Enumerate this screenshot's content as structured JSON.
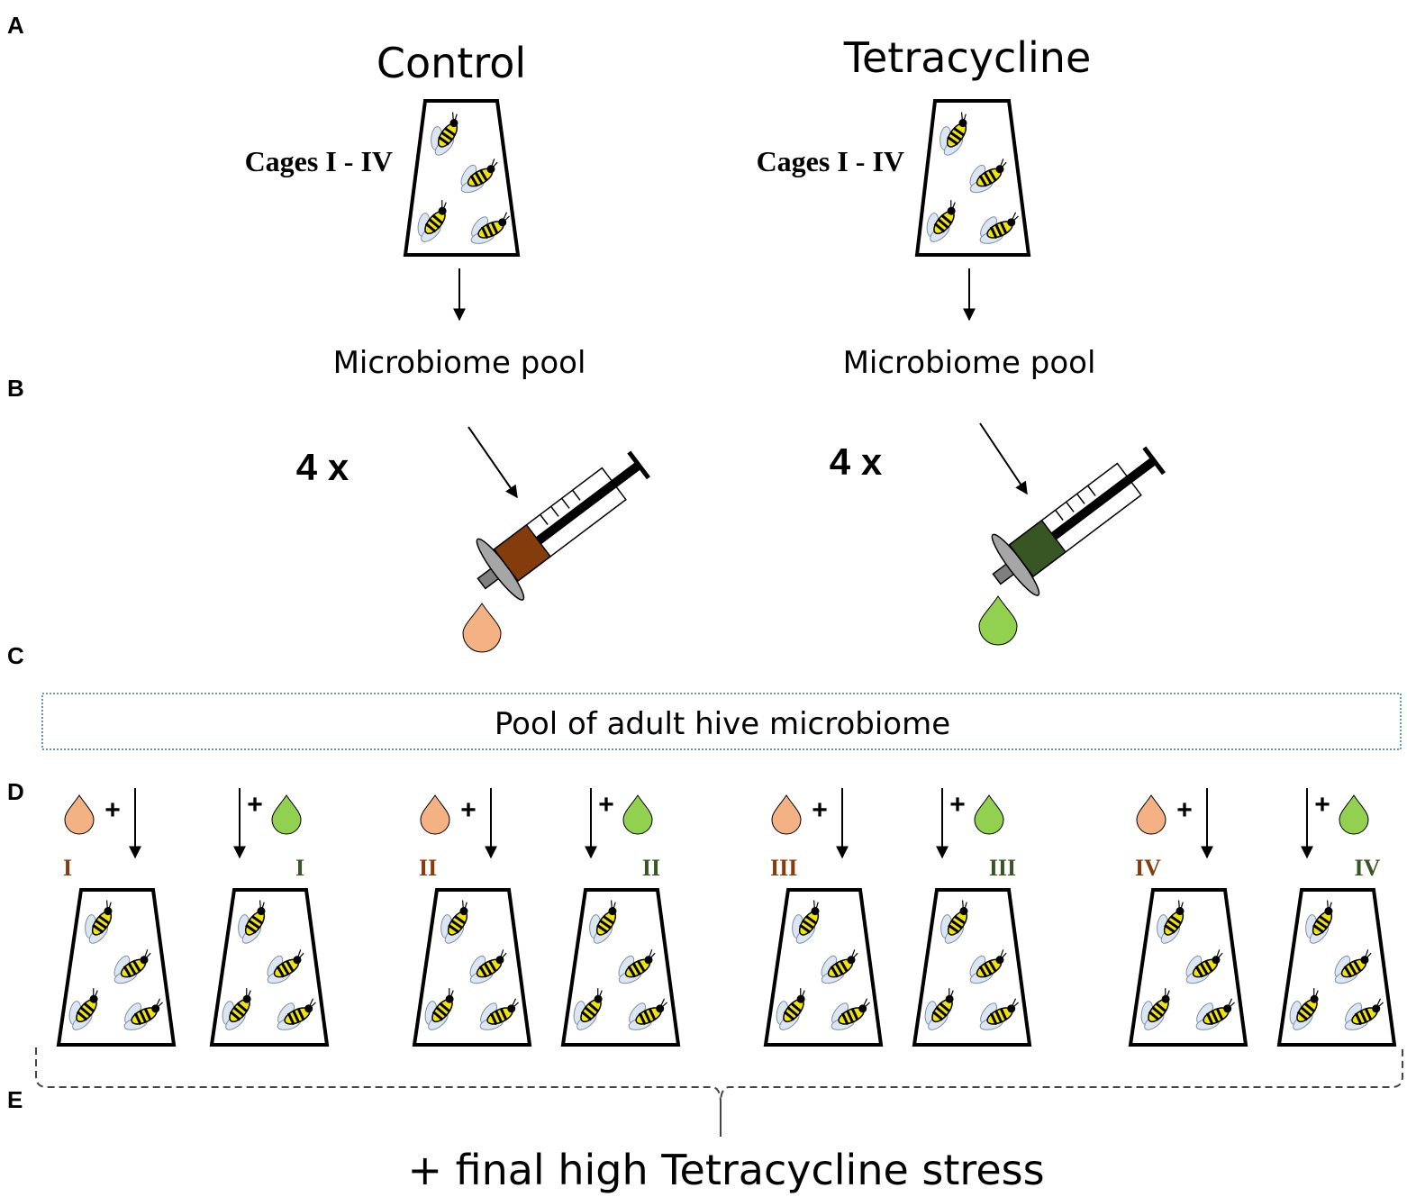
{
  "panels": [
    "A",
    "B",
    "C",
    "D",
    "E"
  ],
  "groups": [
    {
      "title": "Control",
      "cages_label": "Cages I - IV",
      "pool_label": "Microbiome pool",
      "times_label": "4 x",
      "color": "#f4b183",
      "syringe_color": "#843c0c"
    },
    {
      "title": "Tetracycline",
      "cages_label": "Cages I - IV",
      "pool_label": "Microbiome pool",
      "times_label": "4 x",
      "color": "#92d050",
      "syringe_color": "#375623"
    }
  ],
  "hive_pool_label": "Pool of adult hive microbiome",
  "plus_sign": "+",
  "recipient_cages": [
    {
      "roman": "I",
      "source": "control",
      "label_color": "#843c0c"
    },
    {
      "roman": "I",
      "source": "tetracycline",
      "label_color": "#375623"
    },
    {
      "roman": "II",
      "source": "control",
      "label_color": "#843c0c"
    },
    {
      "roman": "II",
      "source": "tetracycline",
      "label_color": "#375623"
    },
    {
      "roman": "III",
      "source": "control",
      "label_color": "#843c0c"
    },
    {
      "roman": "III",
      "source": "tetracycline",
      "label_color": "#375623"
    },
    {
      "roman": "IV",
      "source": "control",
      "label_color": "#843c0c"
    },
    {
      "roman": "IV",
      "source": "tetracycline",
      "label_color": "#375623"
    }
  ],
  "final_label": "+ final high Tetracycline stress",
  "colors": {
    "bee_yellow": "#f2e600",
    "bee_wing": "#dce6f2",
    "hive_box_border": "#2e75b6"
  }
}
